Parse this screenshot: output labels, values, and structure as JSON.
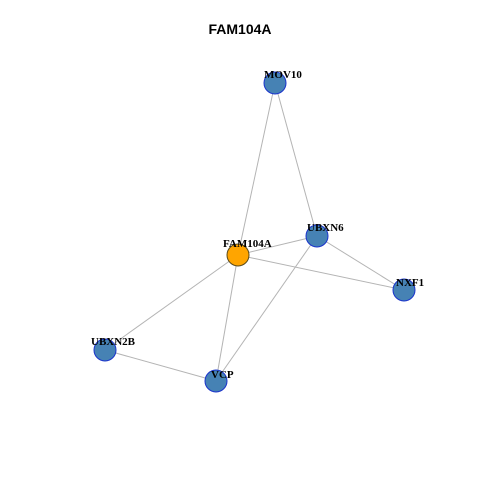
{
  "title": "FAM104A",
  "colors": {
    "background": "#ffffff",
    "edge": "#b4b4b4",
    "node_fill": "#4682b4",
    "node_stroke": "#1a33cc",
    "focus_fill": "#ffa500",
    "focus_stroke": "#5a4a1a"
  },
  "network": {
    "focus": "FAM104A",
    "nodes": [
      {
        "id": "MOV10",
        "label": "MOV10"
      },
      {
        "id": "UBXN6",
        "label": "UBXN6"
      },
      {
        "id": "FAM104A",
        "label": "FAM104A"
      },
      {
        "id": "NXF1",
        "label": "NXF1"
      },
      {
        "id": "UBXN2B",
        "label": "UBXN2B"
      },
      {
        "id": "VCP",
        "label": "VCP"
      }
    ],
    "edges": [
      [
        "MOV10",
        "FAM104A"
      ],
      [
        "MOV10",
        "UBXN6"
      ],
      [
        "UBXN6",
        "FAM104A"
      ],
      [
        "UBXN6",
        "NXF1"
      ],
      [
        "UBXN6",
        "VCP"
      ],
      [
        "FAM104A",
        "NXF1"
      ],
      [
        "FAM104A",
        "UBXN2B"
      ],
      [
        "FAM104A",
        "VCP"
      ],
      [
        "UBXN2B",
        "VCP"
      ]
    ]
  }
}
